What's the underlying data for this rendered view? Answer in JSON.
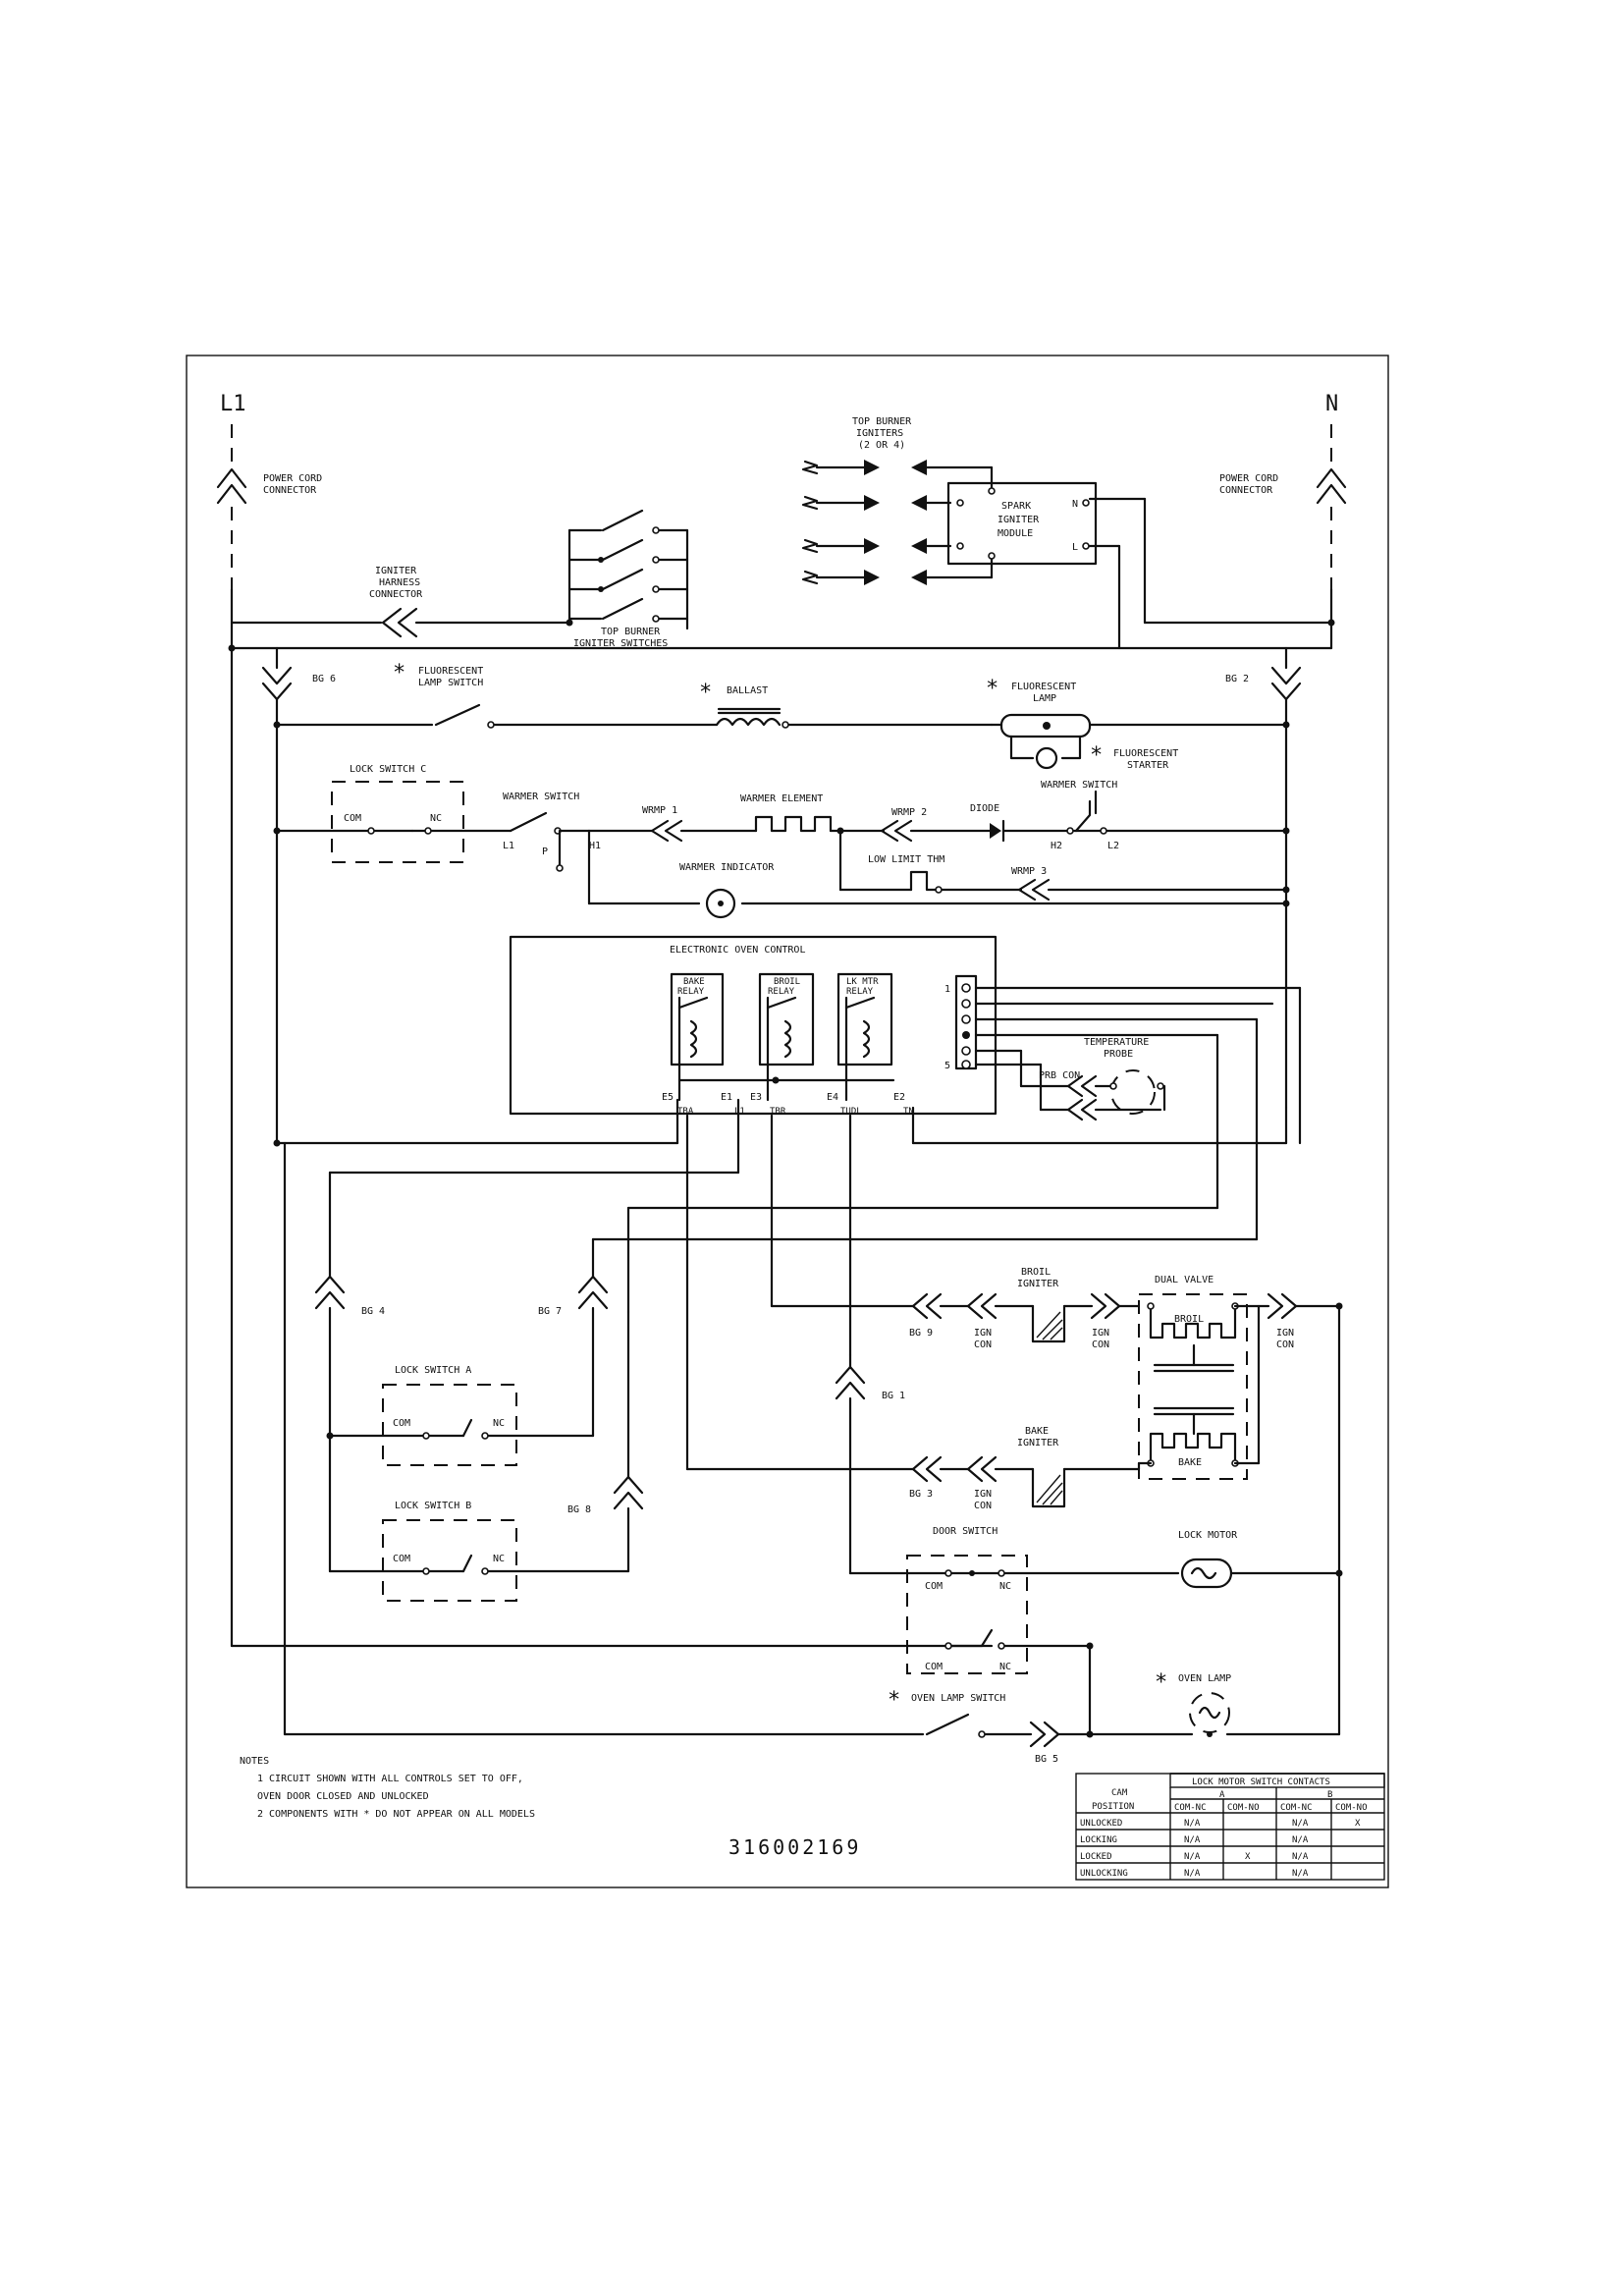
{
  "labels": {
    "l1": "L1",
    "n": "N",
    "power_cord_left": [
      "POWER CORD",
      "CONNECTOR"
    ],
    "power_cord_right": [
      "POWER CORD",
      "CONNECTOR"
    ],
    "igniter_harness": [
      "IGNITER",
      "HARNESS",
      "CONNECTOR"
    ],
    "top_burner_igniters": [
      "TOP BURNER",
      "IGNITERS",
      "(2 OR 4)"
    ],
    "spark_module": [
      "SPARK",
      "IGNITER",
      "MODULE"
    ],
    "spark_n": "N",
    "spark_l": "L",
    "top_burner_switches": [
      "TOP BURNER",
      "IGNITER SWITCHES"
    ],
    "bg6": "BG 6",
    "bg2": "BG 2",
    "fluor_lamp_switch": [
      "FLUORESCENT",
      "LAMP SWITCH"
    ],
    "ballast": "BALLAST",
    "fluor_lamp": [
      "FLUORESCENT",
      "LAMP"
    ],
    "fluor_starter": [
      "FLUORESCENT",
      "STARTER"
    ],
    "lock_switch_c": "LOCK SWITCH C",
    "com": "COM",
    "nc": "NC",
    "warmer_switch": "WARMER SWITCH",
    "warmer_switch_2": "WARMER SWITCH",
    "ws_l1": "L1",
    "ws_p": "P",
    "ws_h1": "H1",
    "wrmp1": "WRMP 1",
    "warmer_element": "WARMER ELEMENT",
    "wrmp2": "WRMP 2",
    "diode": "DIODE",
    "h2": "H2",
    "l2": "L2",
    "low_limit": "LOW LIMIT THM",
    "wrmp3": "WRMP 3",
    "warmer_indicator": "WARMER INDICATOR",
    "eoc": "ELECTRONIC OVEN CONTROL",
    "bake_relay": [
      "BAKE",
      "RELAY"
    ],
    "broil_relay": [
      "BROIL",
      "RELAY"
    ],
    "lk_mtr_relay": [
      "LK MTR",
      "RELAY"
    ],
    "term_e5": "E5",
    "term_e1": "E1",
    "term_e3": "E3",
    "term_e4": "E4",
    "term_e2": "E2",
    "term_tba": "TBA",
    "term_l1": "L1",
    "term_tbr": "TBR",
    "term_tudl": "TUDL",
    "term_tn": "TN",
    "pin1": "1",
    "pin5": "5",
    "temp_probe": [
      "TEMPERATURE",
      "PROBE"
    ],
    "prb_con": "PRB CON",
    "bg4": "BG 4",
    "bg7": "BG 7",
    "lock_switch_a": "LOCK SWITCH A",
    "lock_switch_b": "LOCK SWITCH B",
    "bg8": "BG 8",
    "broil_igniter": [
      "BROIL",
      "IGNITER"
    ],
    "dual_valve": "DUAL VALVE",
    "broil": "BROIL",
    "bake": "BAKE",
    "bg9": "BG 9",
    "ign_con": [
      "IGN",
      "CON"
    ],
    "bg1": "BG 1",
    "bake_igniter": [
      "BAKE",
      "IGNITER"
    ],
    "bg3": "BG 3",
    "door_switch": "DOOR SWITCH",
    "lock_motor": "LOCK MOTOR",
    "oven_lamp": "OVEN LAMP",
    "oven_lamp_switch": "OVEN LAMP SWITCH",
    "bg5": "BG 5",
    "star": "*"
  },
  "notes": {
    "heading": "NOTES",
    "lines": [
      "1  CIRCUIT SHOWN WITH ALL CONTROLS SET TO OFF,",
      "   OVEN DOOR CLOSED AND UNLOCKED",
      "2  COMPONENTS WITH * DO NOT APPEAR ON ALL MODELS"
    ]
  },
  "part_number": "316002169",
  "table": {
    "title": "LOCK MOTOR SWITCH CONTACTS",
    "cam_position": [
      "CAM",
      "POSITION"
    ],
    "group_a": "A",
    "group_b": "B",
    "col_headers": [
      "COM-NC",
      "COM-NO",
      "COM-NC",
      "COM-NO"
    ],
    "rows": [
      {
        "pos": "UNLOCKED",
        "cells": [
          "N/A",
          "",
          "N/A",
          "X"
        ]
      },
      {
        "pos": "LOCKING",
        "cells": [
          "N/A",
          "",
          "N/A",
          ""
        ]
      },
      {
        "pos": "LOCKED",
        "cells": [
          "N/A",
          "X",
          "N/A",
          ""
        ]
      },
      {
        "pos": "UNLOCKING",
        "cells": [
          "N/A",
          "",
          "N/A",
          ""
        ]
      }
    ]
  }
}
